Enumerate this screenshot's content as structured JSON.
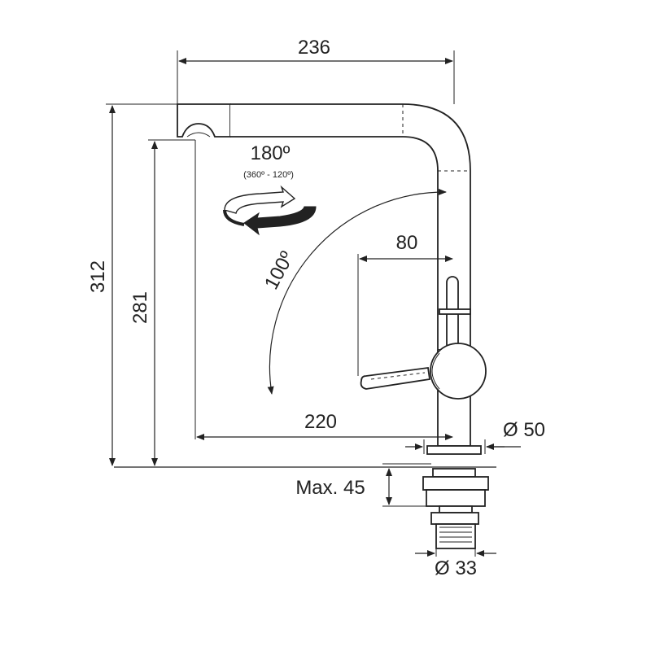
{
  "drawing": {
    "dimensions": {
      "overall_width": "236",
      "overall_height": "312",
      "spout_height": "281",
      "reach": "220",
      "lever_offset": "80",
      "base_diameter": "Ø 50",
      "deck_thickness": "Max. 45",
      "shank_diameter": "Ø 33"
    },
    "rotation": {
      "angle": "180º",
      "range": "(360º - 120º)"
    },
    "lever_angle": "100º",
    "colors": {
      "line": "#222222",
      "background": "#ffffff"
    }
  }
}
